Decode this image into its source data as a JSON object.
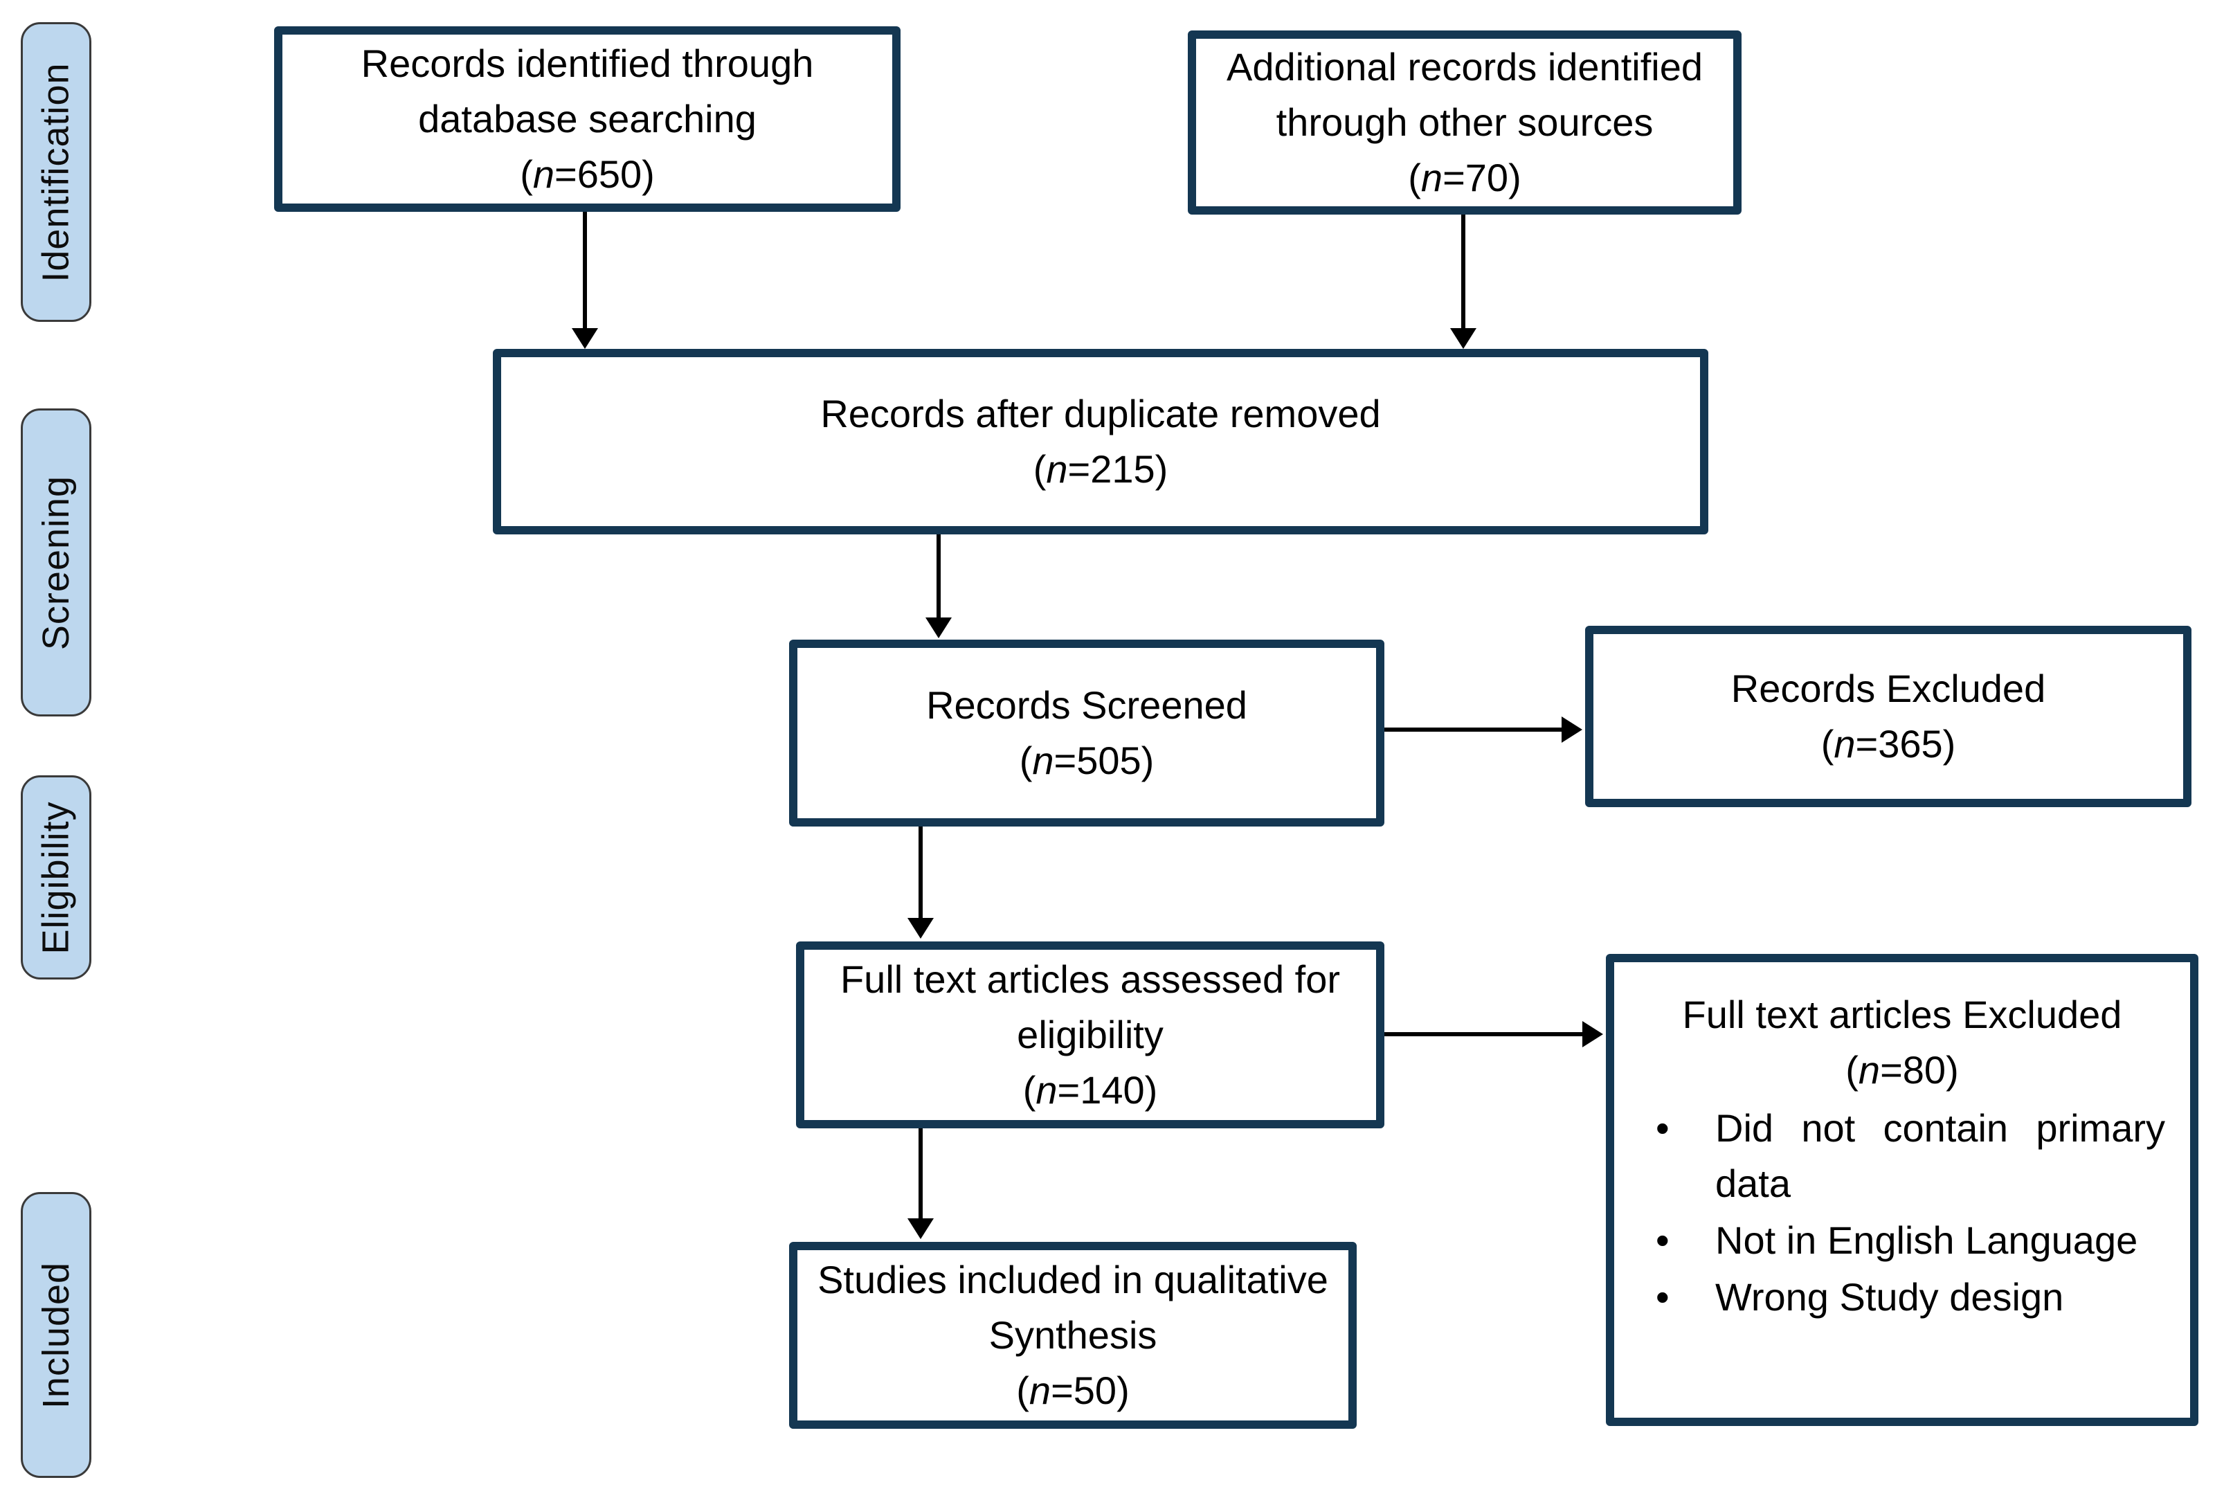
{
  "diagram": {
    "background": "#ffffff",
    "colors": {
      "box_border": "#143752",
      "box_fill": "#ffffff",
      "tab_fill": "#bdd7ee",
      "tab_border": "#3a3a3a",
      "arrow": "#000000",
      "text": "#000000"
    },
    "stages": [
      {
        "label": "Identification"
      },
      {
        "label": "Screening"
      },
      {
        "label": "Eligibility"
      },
      {
        "label": "Included"
      }
    ],
    "boxes": {
      "db_search": {
        "lines": [
          "Records identified through",
          "database searching"
        ],
        "count": "(n=650)"
      },
      "other_sources": {
        "lines": [
          "Additional records identified",
          "through other sources"
        ],
        "count": "(n=70)"
      },
      "dedup": {
        "lines": [
          "Records after duplicate removed"
        ],
        "count": "(n=215)"
      },
      "screened": {
        "lines": [
          "Records Screened"
        ],
        "count": "(n=505)"
      },
      "records_excluded": {
        "lines": [
          "Records Excluded"
        ],
        "count": "(n=365)"
      },
      "fulltext": {
        "lines": [
          "Full text articles assessed for",
          "eligibility"
        ],
        "count": "(n=140)"
      },
      "fulltext_excluded": {
        "lines": [
          "Full text articles Excluded"
        ],
        "count": "(n=80)",
        "bullet_char": "•",
        "bullets": [
          "Did not contain primary data",
          "Not in English Language",
          "Wrong Study design"
        ]
      },
      "included": {
        "lines": [
          "Studies included in qualitative",
          "Synthesis"
        ],
        "count": "(n=50)"
      }
    }
  }
}
